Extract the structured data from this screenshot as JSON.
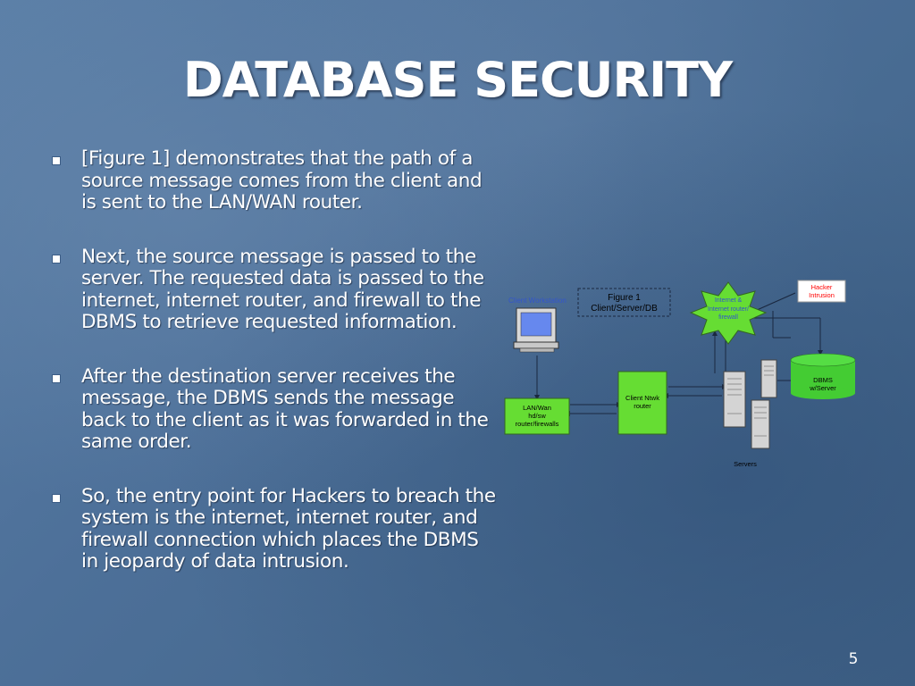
{
  "slide": {
    "title": "DATABASE SECURITY",
    "page_number": "5",
    "bullets": [
      "[Figure 1] demonstrates that the path of a source message comes from the client and is sent to the LAN/WAN router.",
      "Next, the source message is passed to the server.  The requested data is passed to the internet, internet router, and firewall to the DBMS to retrieve requested information.",
      "After the destination server receives the message, the DBMS sends the message back to the client as it was forwarded in the same order.",
      "So, the entry point for Hackers to breach the system is the internet, internet router, and firewall connection which places the DBMS in jeopardy of data intrusion."
    ]
  },
  "figure": {
    "caption_line1": "Figure 1",
    "caption_line2": "Client/Server/DB",
    "client_label": "Client Workstation",
    "lan_line1": "LAN/Wan",
    "lan_line2": "hd/sw",
    "lan_line3": "router/firewalls",
    "client_router_line1": "Client Ntwk",
    "client_router_line2": "router",
    "internet_line1": "Internet &",
    "internet_line2": "Internet router/",
    "internet_line3": "firewall",
    "hacker_line1": "Hacker",
    "hacker_line2": "Intrusion",
    "dbms_line1": "DBMS",
    "dbms_line2": "w/Server",
    "servers_label": "Servers"
  },
  "colors": {
    "background": "#4d7099",
    "title_text": "#ffffff",
    "box_green": "#66dd33",
    "dbms_green": "#44cc33",
    "client_label_blue": "#3355cc",
    "hacker_red": "#ff0000"
  }
}
